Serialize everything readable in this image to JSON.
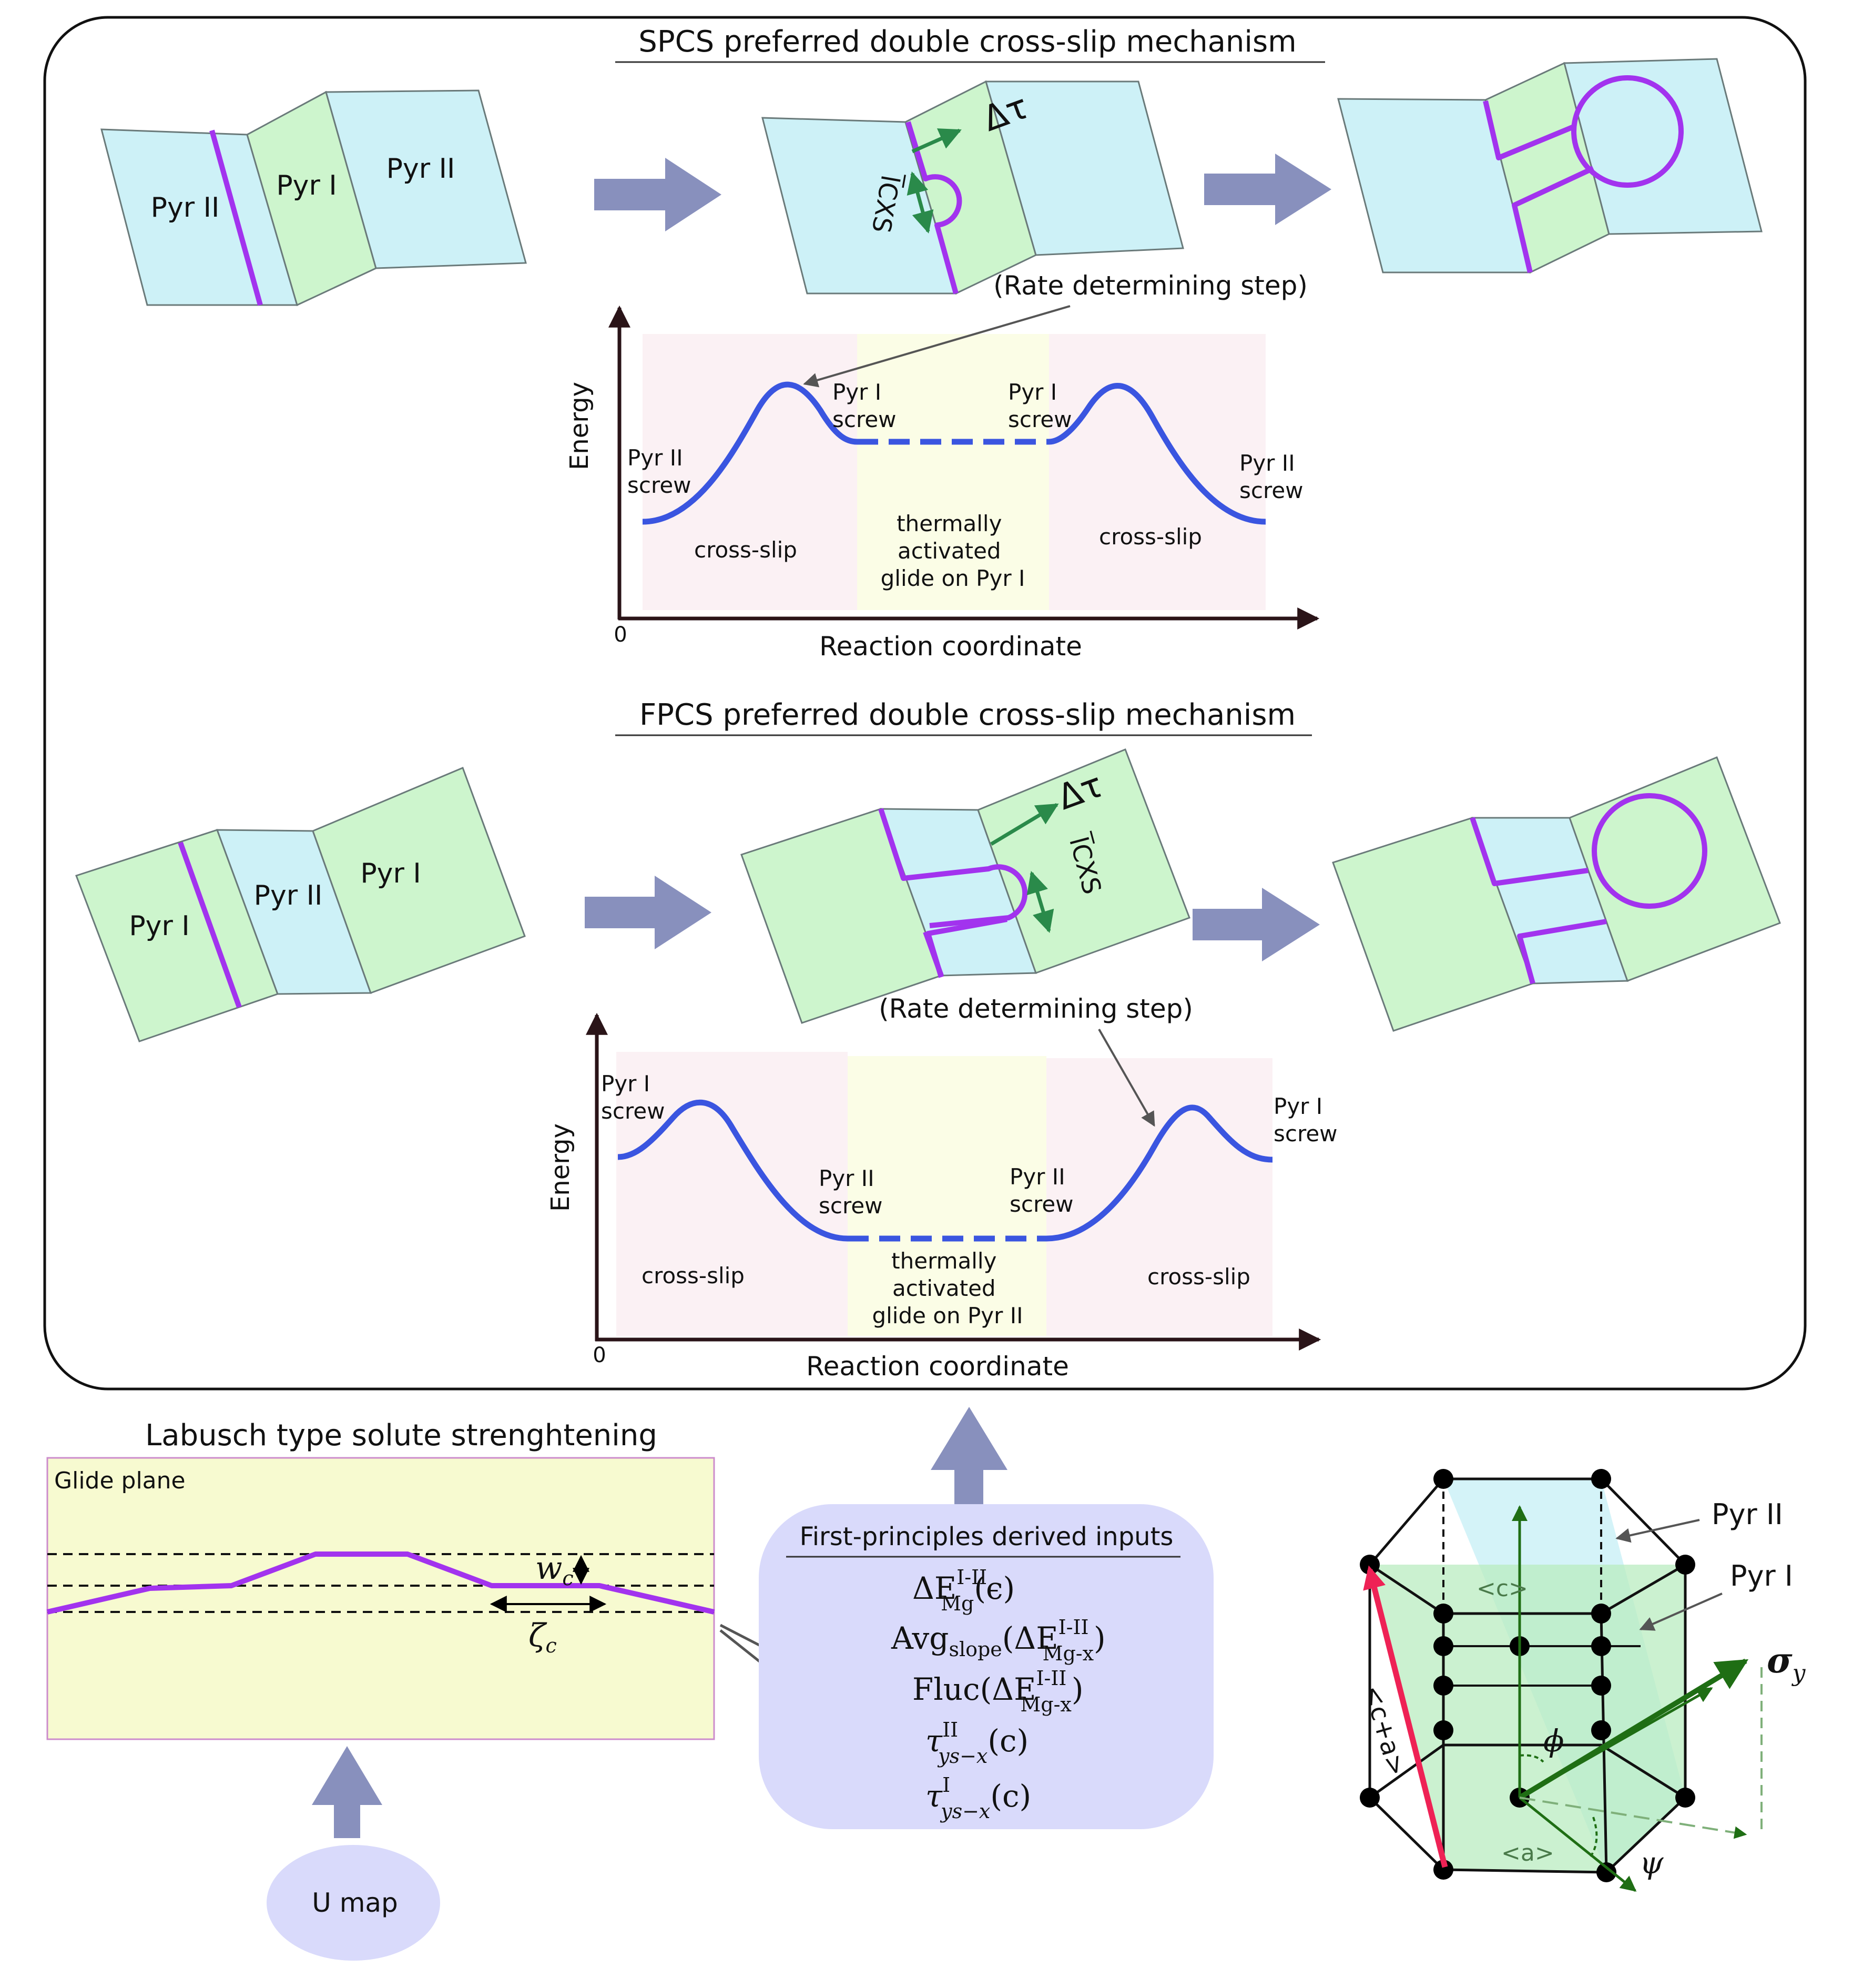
{
  "spcs": {
    "title": "SPCS preferred double cross-slip mechanism",
    "plane_a": "Pyr II",
    "plane_b": "Pyr I",
    "plane_c": "Pyr II",
    "delta_tau": "Δτ",
    "l_cxs": "l̅CXS",
    "rate_note": "(Rate determining step)",
    "y_label": "Energy",
    "x_label": "Reaction coordinate",
    "origin": "0",
    "left_state": [
      "Pyr II",
      "screw"
    ],
    "mid_left_state": [
      "Pyr I",
      "screw"
    ],
    "mid_right_state": [
      "Pyr I",
      "screw"
    ],
    "right_state": [
      "Pyr II",
      "screw"
    ],
    "region_left": "cross-slip",
    "region_mid": [
      "thermally",
      "activated",
      "glide on Pyr I"
    ],
    "region_right": "cross-slip"
  },
  "fpcs": {
    "title": "FPCS preferred double cross-slip mechanism",
    "plane_a": "Pyr I",
    "plane_b": "Pyr II",
    "plane_c": "Pyr I",
    "delta_tau": "Δτ",
    "l_cxs": "l̅CXS",
    "rate_note": "(Rate determining step)",
    "y_label": "Energy",
    "x_label": "Reaction coordinate",
    "origin": "0",
    "left_state": [
      "Pyr I",
      "screw"
    ],
    "mid_left_state": [
      "Pyr II",
      "screw"
    ],
    "mid_right_state": [
      "Pyr II",
      "screw"
    ],
    "right_state": [
      "Pyr I",
      "screw"
    ],
    "region_left": "cross-slip",
    "region_mid": [
      "thermally",
      "activated",
      "glide on Pyr II"
    ],
    "region_right": "cross-slip"
  },
  "labusch": {
    "title": "Labusch type solute strenghtening",
    "panel_label": "Glide plane",
    "wc": "w",
    "wc_sub": "c",
    "zeta": "ζ",
    "zeta_sub": "c",
    "umap": "U map"
  },
  "inputs": {
    "title": "First-principles derived inputs",
    "line1": "ΔE",
    "line1_sup": "I-II",
    "line1_sub": "Mg",
    "line1_arg": "(ϵ)",
    "line2": "Avg",
    "line2_sub": "slope",
    "line2_open": "(ΔE",
    "line2_sup": "I-II",
    "line2_sub2": "Mg-x",
    "line2_close": ")",
    "line3": "Fluc(ΔE",
    "line3_sup": "I-II",
    "line3_sub": "Mg-x",
    "line3_close": ")",
    "line4": "τ",
    "line4_sup": "II",
    "line4_sub": "ys−x",
    "line4_arg": "(c)",
    "line5": "τ",
    "line5_sup": "I",
    "line5_sub": "ys−x",
    "line5_arg": "(c)"
  },
  "hcp": {
    "pyr2": "Pyr II",
    "pyr1": "Pyr I",
    "c_label": "<c>",
    "a_label": "<a>",
    "ca_label": "<c+a>",
    "phi": "ϕ",
    "psi": "ψ",
    "sigma": "σ",
    "sigma_sub": "y"
  },
  "colors": {
    "pyr2_fill": "#cdf1f7",
    "pyr1_fill": "#cdf5cd",
    "dislocation": "#a233ee",
    "energy_curve": "#3a55e0",
    "arrow_fill": "#8890bd",
    "green_arrow": "#2a8a4a",
    "pink_bg": "#fbf1f4",
    "yellow_bg": "#fbfde6",
    "labusch_bg": "#f7fad0",
    "bubble_fill": "#d9dafb",
    "ca_red": "#ee2255",
    "hcp_green": "#1f6e14",
    "axis": "#2a1418"
  }
}
